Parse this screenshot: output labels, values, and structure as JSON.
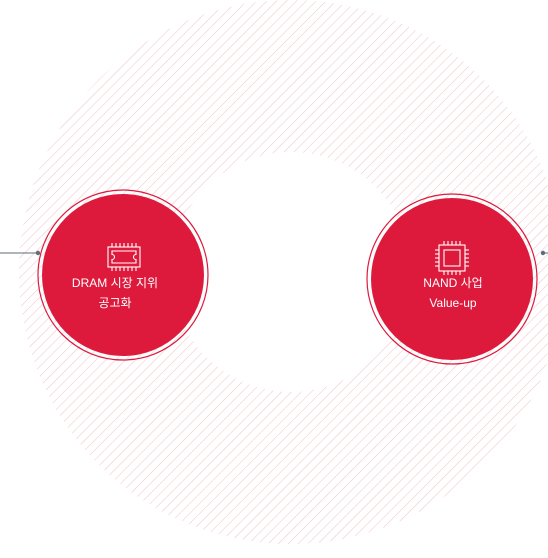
{
  "colors": {
    "accent": "#dd1a3c",
    "ring_stroke": "#f2c4cc",
    "connector": "#5a6e7c",
    "background": "#ffffff",
    "text_on_accent": "#ffffff"
  },
  "nodes": [
    {
      "id": "dram",
      "icon": "dram-chip-icon",
      "label_line1": "DRAM 시장 지위",
      "label_line2": "공고화"
    },
    {
      "id": "nand",
      "icon": "nand-processor-chip-icon",
      "label_line1": "NAND 사업",
      "label_line2": "Value-up"
    }
  ]
}
